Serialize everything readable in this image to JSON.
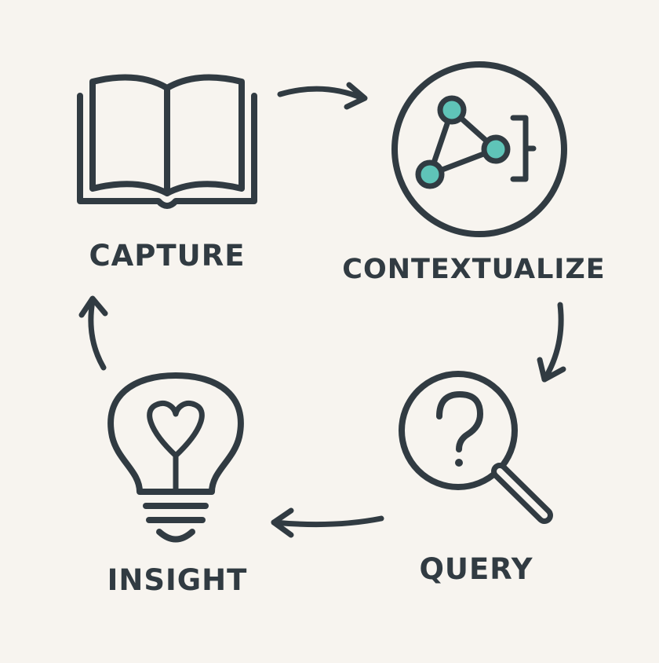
{
  "diagram": {
    "steps": [
      {
        "id": "capture",
        "label": "CAPTURE",
        "icon": "open-book-icon"
      },
      {
        "id": "contextualize",
        "label": "CONTEXTUALIZE",
        "icon": "node-graph-icon"
      },
      {
        "id": "query",
        "label": "QUERY",
        "icon": "magnifier-question-icon"
      },
      {
        "id": "insight",
        "label": "INSIGHT",
        "icon": "lightbulb-heart-icon"
      }
    ],
    "colors": {
      "background": "#f7f4ef",
      "stroke": "#313b42",
      "accent": "#5fc4b8"
    }
  }
}
